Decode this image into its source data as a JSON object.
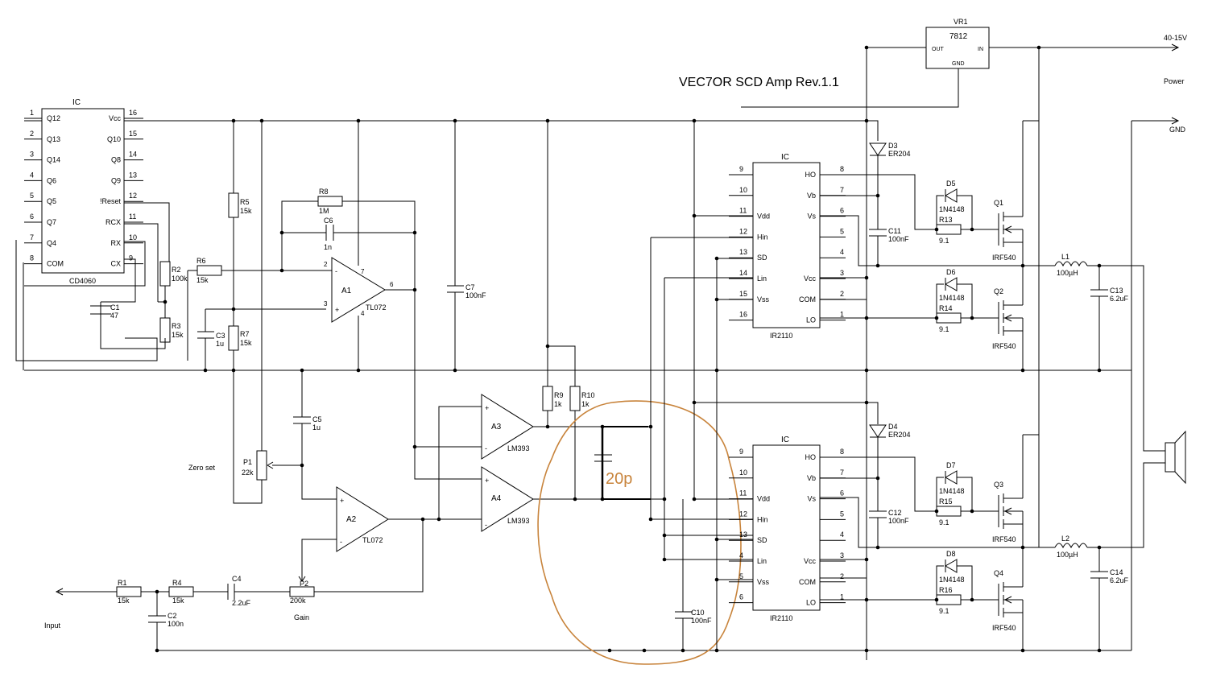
{
  "title": "VEC7OR SCD Amp Rev.1.1",
  "power": {
    "in_label": "40-15V",
    "power_label": "Power",
    "gnd_label": "GND"
  },
  "regulator": {
    "ref": "VR1",
    "part": "7812",
    "pin_out": "OUT",
    "pin_in": "IN",
    "pin_gnd": "GND"
  },
  "cd4060": {
    "header": "IC",
    "part": "CD4060",
    "left_pins": [
      {
        "num": "1",
        "name": "Q12"
      },
      {
        "num": "2",
        "name": "Q13"
      },
      {
        "num": "3",
        "name": "Q14"
      },
      {
        "num": "4",
        "name": "Q6"
      },
      {
        "num": "5",
        "name": "Q5"
      },
      {
        "num": "6",
        "name": "Q7"
      },
      {
        "num": "7",
        "name": "Q4"
      },
      {
        "num": "8",
        "name": "COM"
      }
    ],
    "right_pins": [
      {
        "num": "16",
        "name": "Vcc"
      },
      {
        "num": "15",
        "name": "Q10"
      },
      {
        "num": "14",
        "name": "Q8"
      },
      {
        "num": "13",
        "name": "Q9"
      },
      {
        "num": "12",
        "name": "!Reset"
      },
      {
        "num": "11",
        "name": "RCX"
      },
      {
        "num": "10",
        "name": "RX"
      },
      {
        "num": "9",
        "name": "CX"
      }
    ]
  },
  "ir2110": {
    "header": "IC",
    "part": "IR2110",
    "left_pins": [
      {
        "num": "9",
        "name": ""
      },
      {
        "num": "10",
        "name": ""
      },
      {
        "num": "11",
        "name": "Vdd"
      },
      {
        "num": "12",
        "name": "Hin"
      },
      {
        "num": "13",
        "name": "SD"
      },
      {
        "num": "14",
        "name": "Lin"
      },
      {
        "num": "15",
        "name": "Vss"
      },
      {
        "num": "16",
        "name": ""
      }
    ],
    "right_pins": [
      {
        "num": "8",
        "name": "HO"
      },
      {
        "num": "7",
        "name": "Vb"
      },
      {
        "num": "6",
        "name": "Vs"
      },
      {
        "num": "5",
        "name": ""
      },
      {
        "num": "4",
        "name": ""
      },
      {
        "num": "3",
        "name": "Vcc"
      },
      {
        "num": "2",
        "name": "COM"
      },
      {
        "num": "1",
        "name": "LO"
      }
    ]
  },
  "ir2110_b": {
    "left_pins": [
      {
        "num": "9",
        "name": ""
      },
      {
        "num": "10",
        "name": ""
      },
      {
        "num": "11",
        "name": "Vdd"
      },
      {
        "num": "12",
        "name": "Hin"
      },
      {
        "num": "13",
        "name": "SD"
      },
      {
        "num": "4",
        "name": "Lin"
      },
      {
        "num": "5",
        "name": "Vss"
      },
      {
        "num": "6",
        "name": ""
      }
    ]
  },
  "components": {
    "R1": {
      "ref": "R1",
      "val": "15k"
    },
    "R2": {
      "ref": "R2",
      "val": "100k"
    },
    "R3": {
      "ref": "R3",
      "val": "15k"
    },
    "R4": {
      "ref": "R4",
      "val": "15k"
    },
    "R5": {
      "ref": "R5",
      "val": "15k"
    },
    "R6": {
      "ref": "R6",
      "val": "15k"
    },
    "R7": {
      "ref": "R7",
      "val": "15k"
    },
    "R8": {
      "ref": "R8",
      "val": "1M"
    },
    "R9": {
      "ref": "R9",
      "val": "1k"
    },
    "R10": {
      "ref": "R10",
      "val": "1k"
    },
    "R13": {
      "ref": "R13",
      "val": "9.1"
    },
    "R14": {
      "ref": "R14",
      "val": "9.1"
    },
    "R15": {
      "ref": "R15",
      "val": "9.1"
    },
    "R16": {
      "ref": "R16",
      "val": "9.1"
    },
    "C1": {
      "ref": "C1",
      "val": "47"
    },
    "C2": {
      "ref": "C2",
      "val": "100n"
    },
    "C3": {
      "ref": "C3",
      "val": "1u"
    },
    "C4": {
      "ref": "C4",
      "val": "2.2uF"
    },
    "C5": {
      "ref": "C5",
      "val": "1u"
    },
    "C6": {
      "ref": "C6",
      "val": "1n"
    },
    "C7": {
      "ref": "C7",
      "val": "100nF"
    },
    "C10": {
      "ref": "C10",
      "val": "100nF"
    },
    "C11": {
      "ref": "C11",
      "val": "100nF"
    },
    "C12": {
      "ref": "C12",
      "val": "100nF"
    },
    "C13": {
      "ref": "C13",
      "val": "6.2uF"
    },
    "C14": {
      "ref": "C14",
      "val": "6.2uF"
    },
    "D3": {
      "ref": "D3",
      "val": "ER204"
    },
    "D4": {
      "ref": "D4",
      "val": "ER204"
    },
    "D5": {
      "ref": "D5",
      "val": "1N4148"
    },
    "D6": {
      "ref": "D6",
      "val": "1N4148"
    },
    "D7": {
      "ref": "D7",
      "val": "1N4148"
    },
    "D8": {
      "ref": "D8",
      "val": "1N4148"
    },
    "Q1": {
      "ref": "Q1",
      "val": "IRF540"
    },
    "Q2": {
      "ref": "Q2",
      "val": "IRF540"
    },
    "Q3": {
      "ref": "Q3",
      "val": "IRF540"
    },
    "Q4": {
      "ref": "Q4",
      "val": "IRF540"
    },
    "L1": {
      "ref": "L1",
      "val": "100µH"
    },
    "L2": {
      "ref": "L2",
      "val": "100µH"
    },
    "P1": {
      "ref": "P1",
      "val": "22k"
    },
    "P2": {
      "ref": "P2",
      "val": "200k"
    },
    "A1": {
      "ref": "A1",
      "part": "TL072"
    },
    "A2": {
      "ref": "A2",
      "part": "TL072"
    },
    "A3": {
      "ref": "A3",
      "part": "LM393"
    },
    "A4": {
      "ref": "A4",
      "part": "LM393"
    }
  },
  "labels": {
    "zero_set": "Zero set",
    "gain": "Gain",
    "input": "Input",
    "plus": "+",
    "minus": "-"
  },
  "opamp_pins": {
    "a1_inv": "2",
    "a1_noninv": "3",
    "a1_out": "6",
    "a1_v": "7",
    "a1_g": "4"
  },
  "annotation": {
    "text": "20p",
    "color": "#c8843c"
  }
}
